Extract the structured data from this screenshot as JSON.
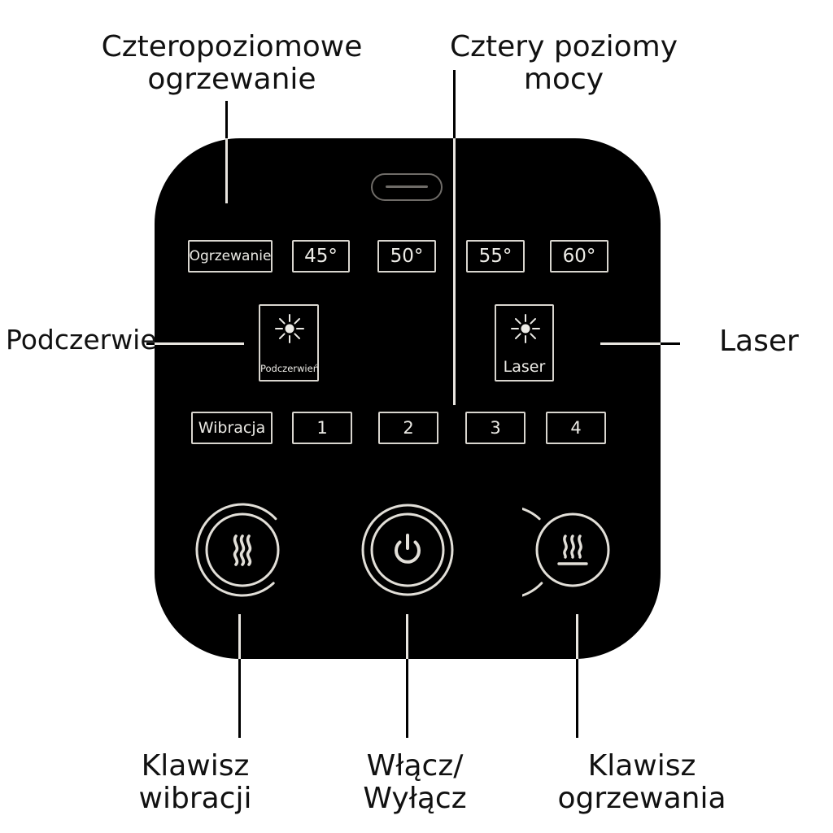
{
  "callouts": {
    "heating_levels": [
      "Czteropoziomowe",
      "ogrzewanie"
    ],
    "power_levels": [
      "Cztery poziomy",
      "mocy"
    ],
    "infrared": "Podczerwień",
    "laser": "Laser",
    "vibration_key": [
      "Klawisz",
      "wibracji"
    ],
    "power_key": [
      "Włącz/",
      "Wyłącz"
    ],
    "heating_key": [
      "Klawisz",
      "ogrzewania"
    ]
  },
  "panel": {
    "heating_row": {
      "label": "Ogrzewanie",
      "temperatures": [
        "45°",
        "50°",
        "55°",
        "60°"
      ]
    },
    "modes": {
      "infrared_label": "Podczerwień",
      "laser_label": "Laser"
    },
    "vibration_row": {
      "label": "Wibracja",
      "levels": [
        "1",
        "2",
        "3",
        "4"
      ]
    },
    "buttons": {
      "vibration_icon": "vibration-wave-icon",
      "power_icon": "power-icon",
      "heating_icon": "heat-waves-icon"
    }
  },
  "colors": {
    "panel": "#000000",
    "panel_text": "#ecebe6",
    "panel_outline": "#d9d6cf",
    "callout_text": "#111111"
  }
}
